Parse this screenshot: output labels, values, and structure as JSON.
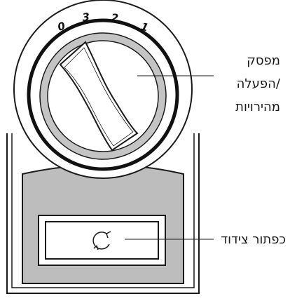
{
  "dial": {
    "numbers": [
      "0",
      "3",
      "2",
      "1"
    ]
  },
  "callouts": {
    "switch": {
      "lines": [
        "מפסק",
        "הפעלה/",
        "מהירויות"
      ]
    },
    "pulse_button": {
      "label": "כפתור צידוד"
    }
  },
  "icons": {
    "button_symbol": "rotate-arrows-icon"
  },
  "colors": {
    "outline": "#1a1a1a",
    "panel_gray": "#bdbdbd",
    "ring_gray": "#c4c4c4",
    "background": "#ffffff"
  }
}
